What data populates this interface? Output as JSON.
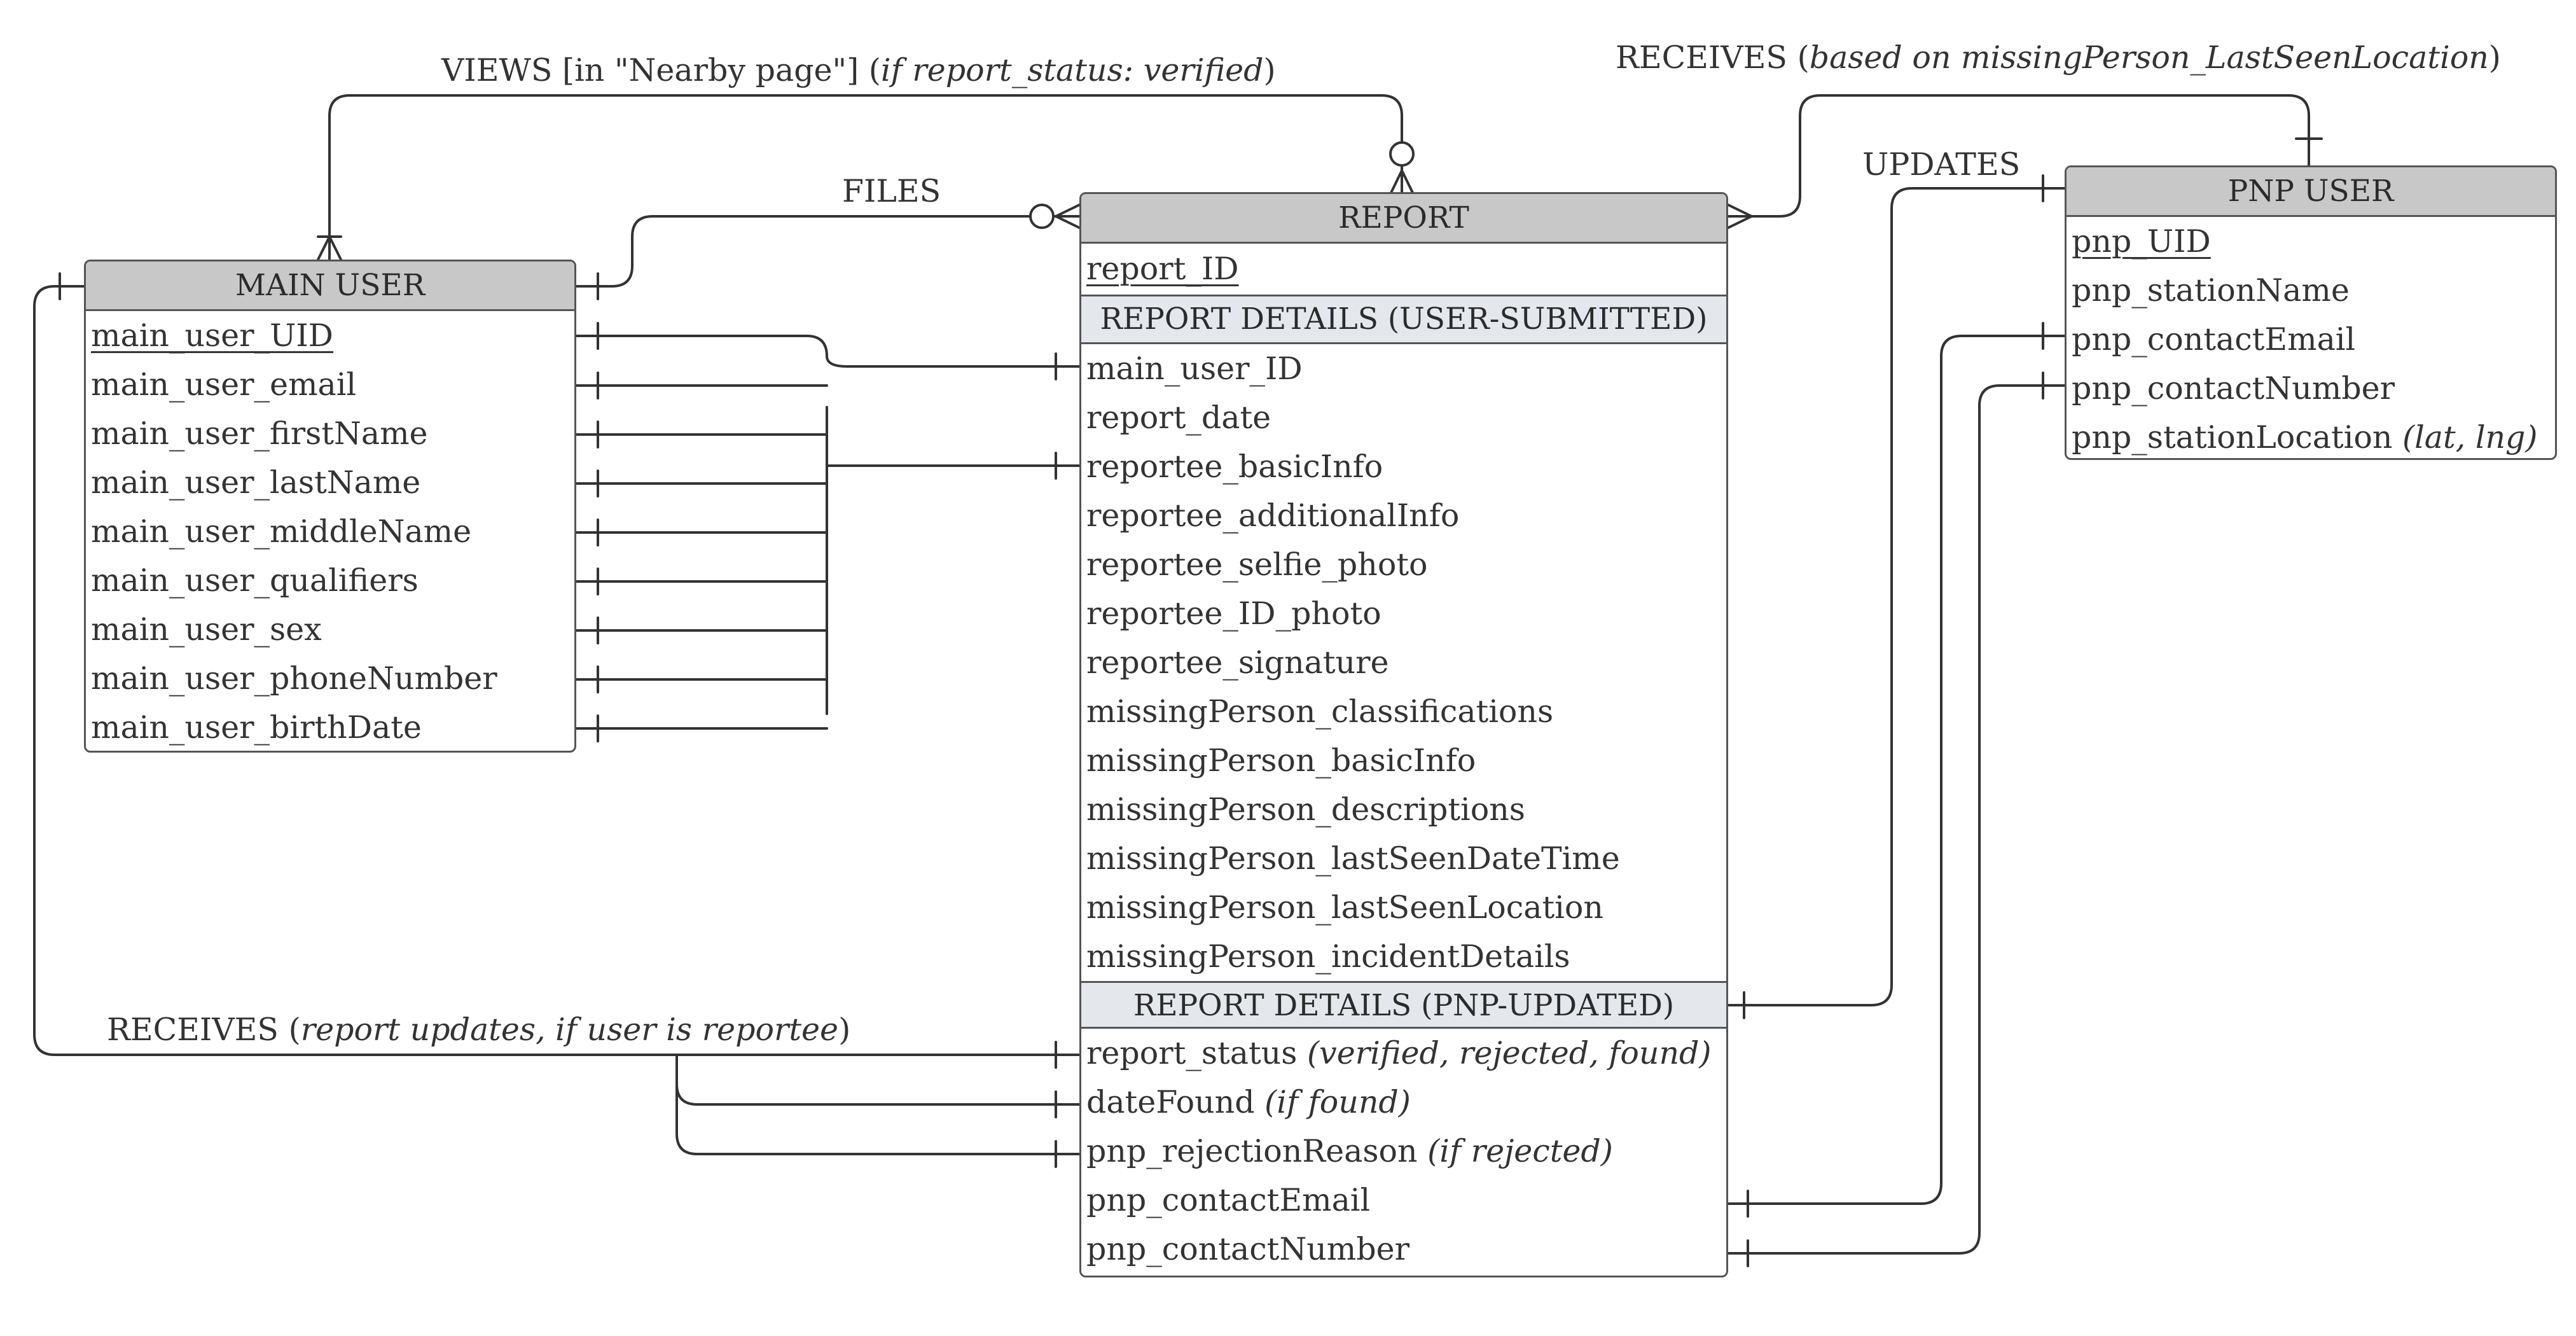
{
  "entities": {
    "main_user": {
      "title": "MAIN USER",
      "pk": "main_user_UID",
      "fields": [
        "main_user_email",
        "main_user_firstName",
        "main_user_lastName",
        "main_user_middleName",
        "main_user_qualifiers",
        "main_user_sex",
        "main_user_phoneNumber",
        "main_user_birthDate"
      ]
    },
    "report": {
      "title": "REPORT",
      "pk": "report_ID",
      "section_user": "REPORT DETAILS (USER-SUBMITTED)",
      "user_fields": [
        "main_user_ID",
        "report_date",
        "reportee_basicInfo",
        "reportee_additionalInfo",
        "reportee_selfie_photo",
        "reportee_ID_photo",
        "reportee_signature",
        "missingPerson_classifications",
        "missingPerson_basicInfo",
        "missingPerson_descriptions",
        "missingPerson_lastSeenDateTime",
        "missingPerson_lastSeenLocation",
        "missingPerson_incidentDetails"
      ],
      "section_pnp": "REPORT DETAILS (PNP-UPDATED)",
      "pnp_fields": [
        {
          "name": "report_status ",
          "note": "(verified, rejected, found)"
        },
        {
          "name": "dateFound ",
          "note": "(if found)"
        },
        {
          "name": "pnp_rejectionReason ",
          "note": "(if rejected)"
        },
        {
          "name": "pnp_contactEmail",
          "note": ""
        },
        {
          "name": "pnp_contactNumber",
          "note": ""
        }
      ]
    },
    "pnp_user": {
      "title": "PNP USER",
      "pk": "pnp_UID",
      "fields": [
        {
          "name": "pnp_stationName",
          "note": ""
        },
        {
          "name": "pnp_contactEmail",
          "note": ""
        },
        {
          "name": "pnp_contactNumber",
          "note": ""
        },
        {
          "name": "pnp_stationLocation ",
          "note": "(lat, lng)"
        }
      ]
    }
  },
  "relationships": {
    "views": {
      "text": "VIEWS [in \"Nearby page\"] (",
      "italic": "if report_status: verified",
      "suffix": ")"
    },
    "files": {
      "text": "FILES"
    },
    "receives_pnp": {
      "text": "RECEIVES (",
      "italic": "based on missingPerson_LastSeenLocation",
      "suffix": ")"
    },
    "updates": {
      "text": "UPDATES"
    },
    "receives_user": {
      "text": "RECEIVES (",
      "italic": "report updates, if user is reportee",
      "suffix": ")"
    }
  },
  "colors": {
    "line": "#333333",
    "header_fill": "#c8c8c8",
    "subheader_fill": "#e4e7ec",
    "border": "#555555"
  }
}
